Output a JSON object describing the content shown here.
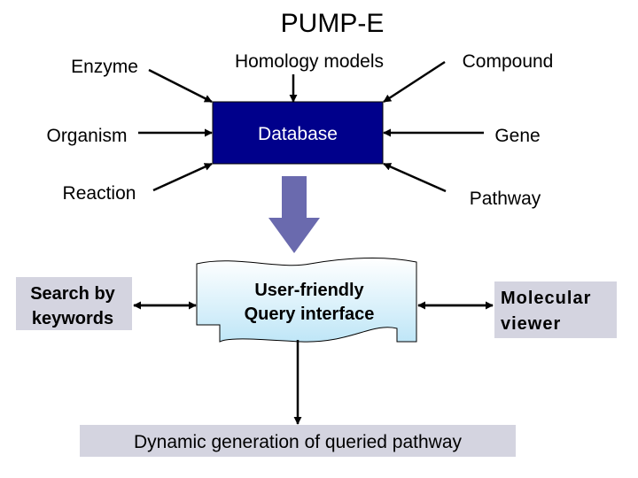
{
  "title": "PUMP-E",
  "sources": {
    "enzyme": "Enzyme",
    "organism": "Organism",
    "reaction": "Reaction",
    "homology_models": "Homology models",
    "compound": "Compound",
    "gene": "Gene",
    "pathway": "Pathway"
  },
  "database": "Database",
  "query_interface": {
    "line1": "User-friendly",
    "line2": "Query interface"
  },
  "search_by_keywords": {
    "line1": "Search by",
    "line2": "keywords"
  },
  "molecular_viewer": {
    "line1": "Molecular",
    "line2": "viewer"
  },
  "dynamic_generation": "Dynamic generation of queried pathway",
  "colors": {
    "database_fill": "#00008b",
    "database_text": "#ffffff",
    "flow_arrow": "#6a6aae",
    "grey_box": "#d4d4e0",
    "query_gradient_top": "#ffffff",
    "query_gradient_bottom": "#bfe6f7"
  }
}
